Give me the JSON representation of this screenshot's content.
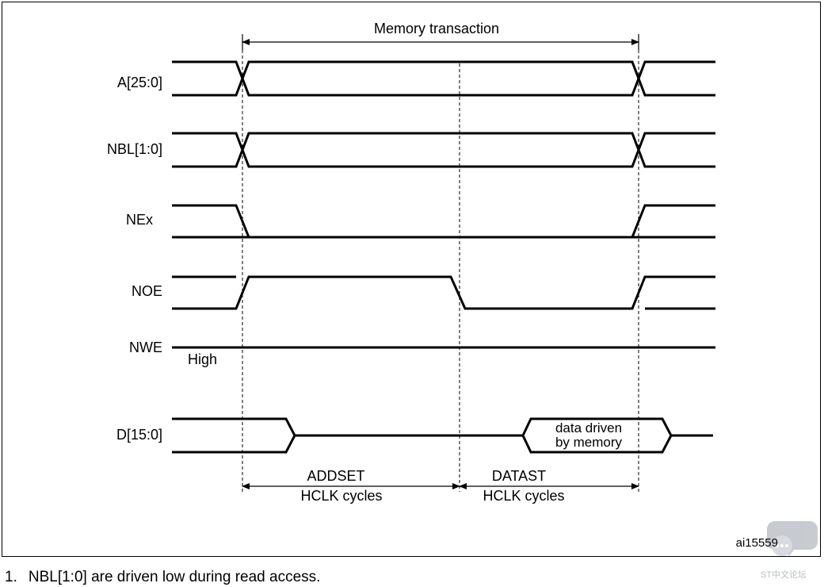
{
  "diagram": {
    "title": "Memory transaction",
    "signals": [
      {
        "name": "A[25:0]"
      },
      {
        "name": "NBL[1:0]"
      },
      {
        "name": "NEx"
      },
      {
        "name": "NOE"
      },
      {
        "name": "NWE"
      },
      {
        "name": "D[15:0]"
      }
    ],
    "nwe_state": "High",
    "data_box_line1": "data driven",
    "data_box_line2": "by memory",
    "addset_line1": "ADDSET",
    "addset_line2": "HCLK cycles",
    "datast_line1": "DATAST",
    "datast_line2": "HCLK cycles",
    "figure_id": "ai15559"
  },
  "footnote": {
    "number": "1.",
    "text": "NBL[1:0] are driven low during read access."
  },
  "watermark": {
    "text": "ST中文论坛",
    "icon": "chat-bubble-icon"
  }
}
